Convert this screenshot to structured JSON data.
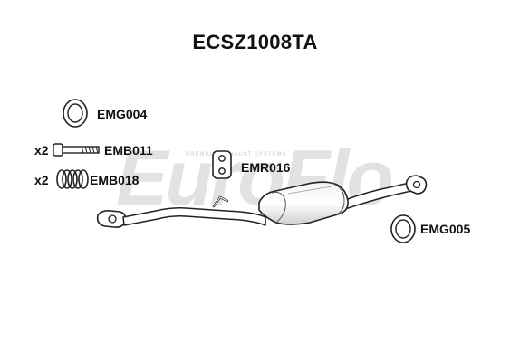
{
  "title": "ECSZ1008TA",
  "watermark": {
    "text": "EuroFlo",
    "tagline": "PREMIUM EXHAUST SYSTEMS"
  },
  "parts": {
    "emg004": {
      "code": "EMG004"
    },
    "emb011": {
      "code": "EMB011",
      "qty": "x2"
    },
    "emb018": {
      "code": "EMB018",
      "qty": "x2"
    },
    "emr016": {
      "code": "EMR016"
    },
    "emg005": {
      "code": "EMG005"
    }
  },
  "colors": {
    "line": "#222222",
    "fill": "#ffffff",
    "shade": "#c8c8c8",
    "watermark": "#d9d9d9"
  }
}
